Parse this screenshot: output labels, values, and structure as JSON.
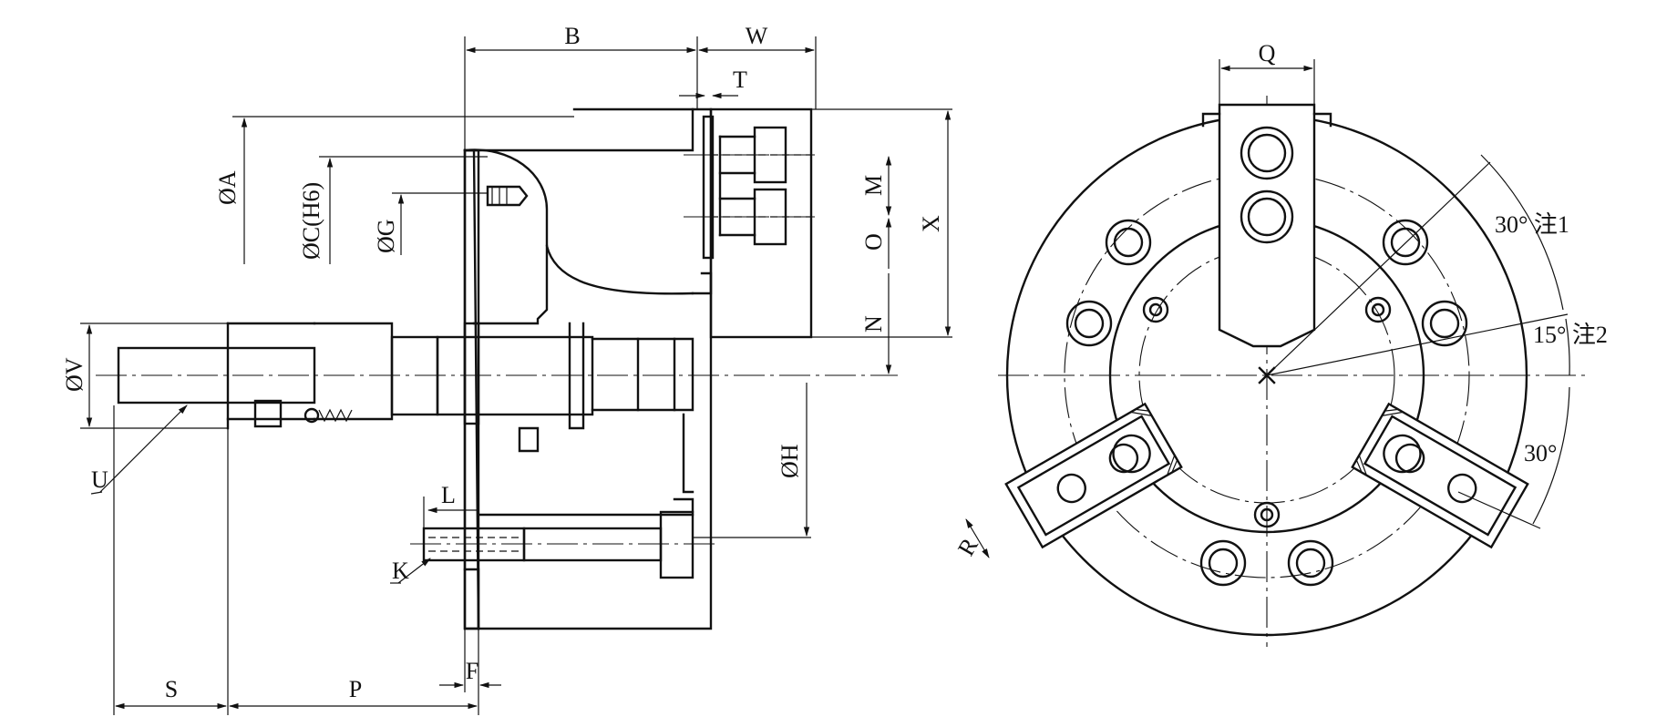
{
  "side_view": {
    "labels": {
      "B": "B",
      "W": "W",
      "T": "T",
      "A": "ØA",
      "C": "ØC(H6)",
      "G": "ØG",
      "M": "M",
      "O": "O",
      "N": "N",
      "X": "X",
      "V": "ØV",
      "U": "U",
      "H": "ØH",
      "L": "L",
      "K": "K",
      "S": "S",
      "P": "P",
      "F": "F"
    }
  },
  "front_view": {
    "labels": {
      "Q": "Q",
      "R": "R",
      "note1": "30° 注1",
      "note2": "15° 注2",
      "angle3": "30°"
    }
  }
}
